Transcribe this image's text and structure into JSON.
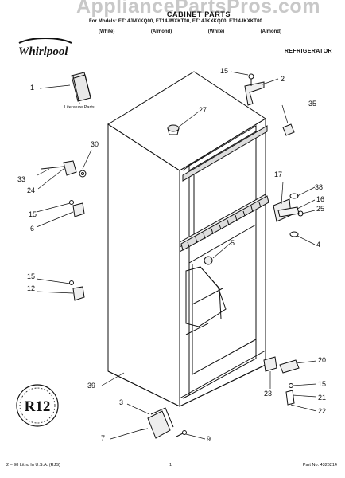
{
  "watermark": "AppliancePartsPros.com",
  "title": "CABINET PARTS",
  "models": "For Models: ET14JMXKQ00, ET14JMXKT00, ET14JKXKQ00, ET14JKXKT00",
  "color_names": [
    "(White)",
    "(Almond)",
    "(White)",
    "(Almond)"
  ],
  "brand": "Whirlpool",
  "section_label": "REFRIGERATOR",
  "literature_label": "Literature Parts",
  "badge_text": "R12",
  "callouts": [
    "1",
    "2",
    "3",
    "4",
    "5",
    "6",
    "7",
    "9",
    "12",
    "15",
    "15",
    "15",
    "15",
    "16",
    "17",
    "20",
    "21",
    "22",
    "23",
    "24",
    "25",
    "27",
    "30",
    "33",
    "35",
    "38",
    "39"
  ],
  "footer": {
    "litho": "2 – 98 Litho In U.S.A. (RJS)",
    "page": "1",
    "part_no": "Part No. 4326214"
  }
}
